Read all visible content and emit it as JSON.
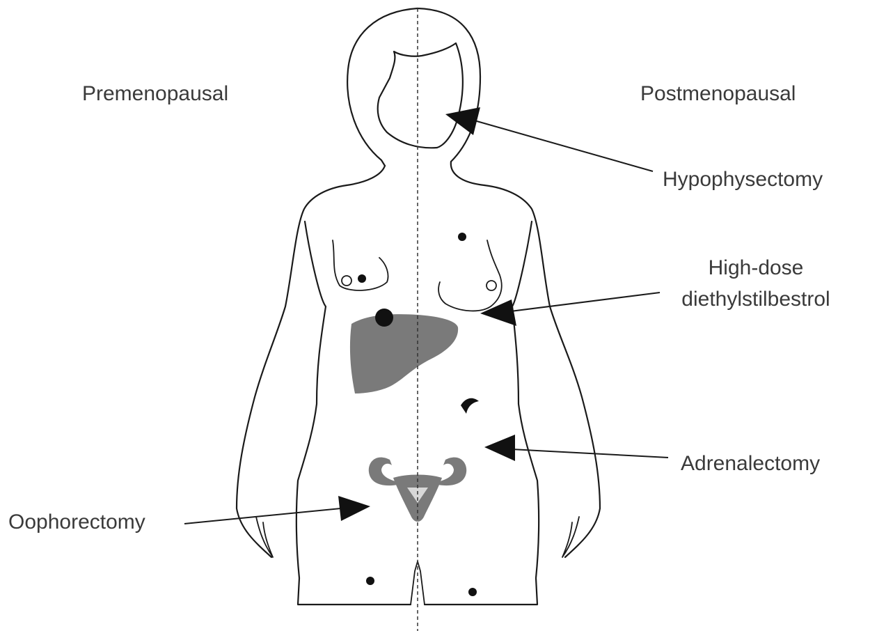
{
  "headers": {
    "left": "Premenopausal",
    "right": "Postmenopausal"
  },
  "procedures": {
    "hypophysectomy": "Hypophysectomy",
    "des_line1": "High-dose",
    "des_line2": "diethylstilbestrol",
    "adrenalectomy": "Adrenalectomy",
    "oophorectomy": "Oophorectomy"
  },
  "colors": {
    "outline": "#1a1a1a",
    "organ_fill": "#7a7a7a",
    "lesion": "#111111",
    "text": "#3a3a3a"
  }
}
